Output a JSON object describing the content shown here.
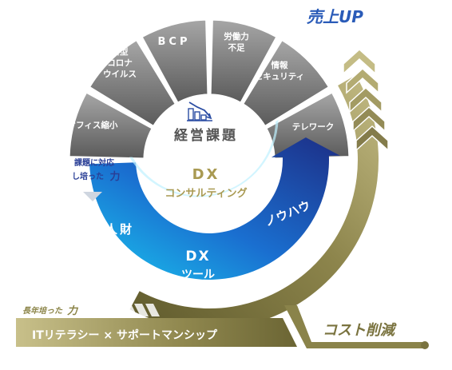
{
  "segments": [
    {
      "lines": [
        "オフィス縮小"
      ]
    },
    {
      "lines": [
        "新型",
        "コロナ",
        "ウイルス"
      ]
    },
    {
      "lines": [
        "BCP"
      ]
    },
    {
      "lines": [
        "労働力",
        "不足"
      ]
    },
    {
      "lines": [
        "情報",
        "セキュリティ"
      ]
    },
    {
      "lines": [
        "テレワーク"
      ]
    }
  ],
  "center": {
    "title": "経営課題",
    "icon": "declining-chart-icon"
  },
  "consulting": {
    "line1": "DX",
    "line2": "コンサルティング"
  },
  "capability": {
    "line1": "課題に対応",
    "line2": "し培った",
    "emph": "力"
  },
  "blue_arc": {
    "left": "人財",
    "right": "ノウハウ",
    "tool1": "DX",
    "tool2": "ツール"
  },
  "gold": {
    "sales_up": "売上UP",
    "cost_cut": "コスト削減",
    "years_label": "長年培った",
    "years_emph": "力",
    "banner": "ITリテラシー × サポートマンシップ"
  },
  "colors": {
    "gray_dark": "#5a5a5a",
    "gray_light": "#9b9b9b",
    "blue_dark": "#1d2e86",
    "blue_mid": "#1a6fd0",
    "cyan": "#19c3ee",
    "gold_dark": "#6e6836",
    "gold_light": "#b9b17a",
    "title_blue": "#2a5bb8",
    "consult_gold": "#a99a52"
  }
}
